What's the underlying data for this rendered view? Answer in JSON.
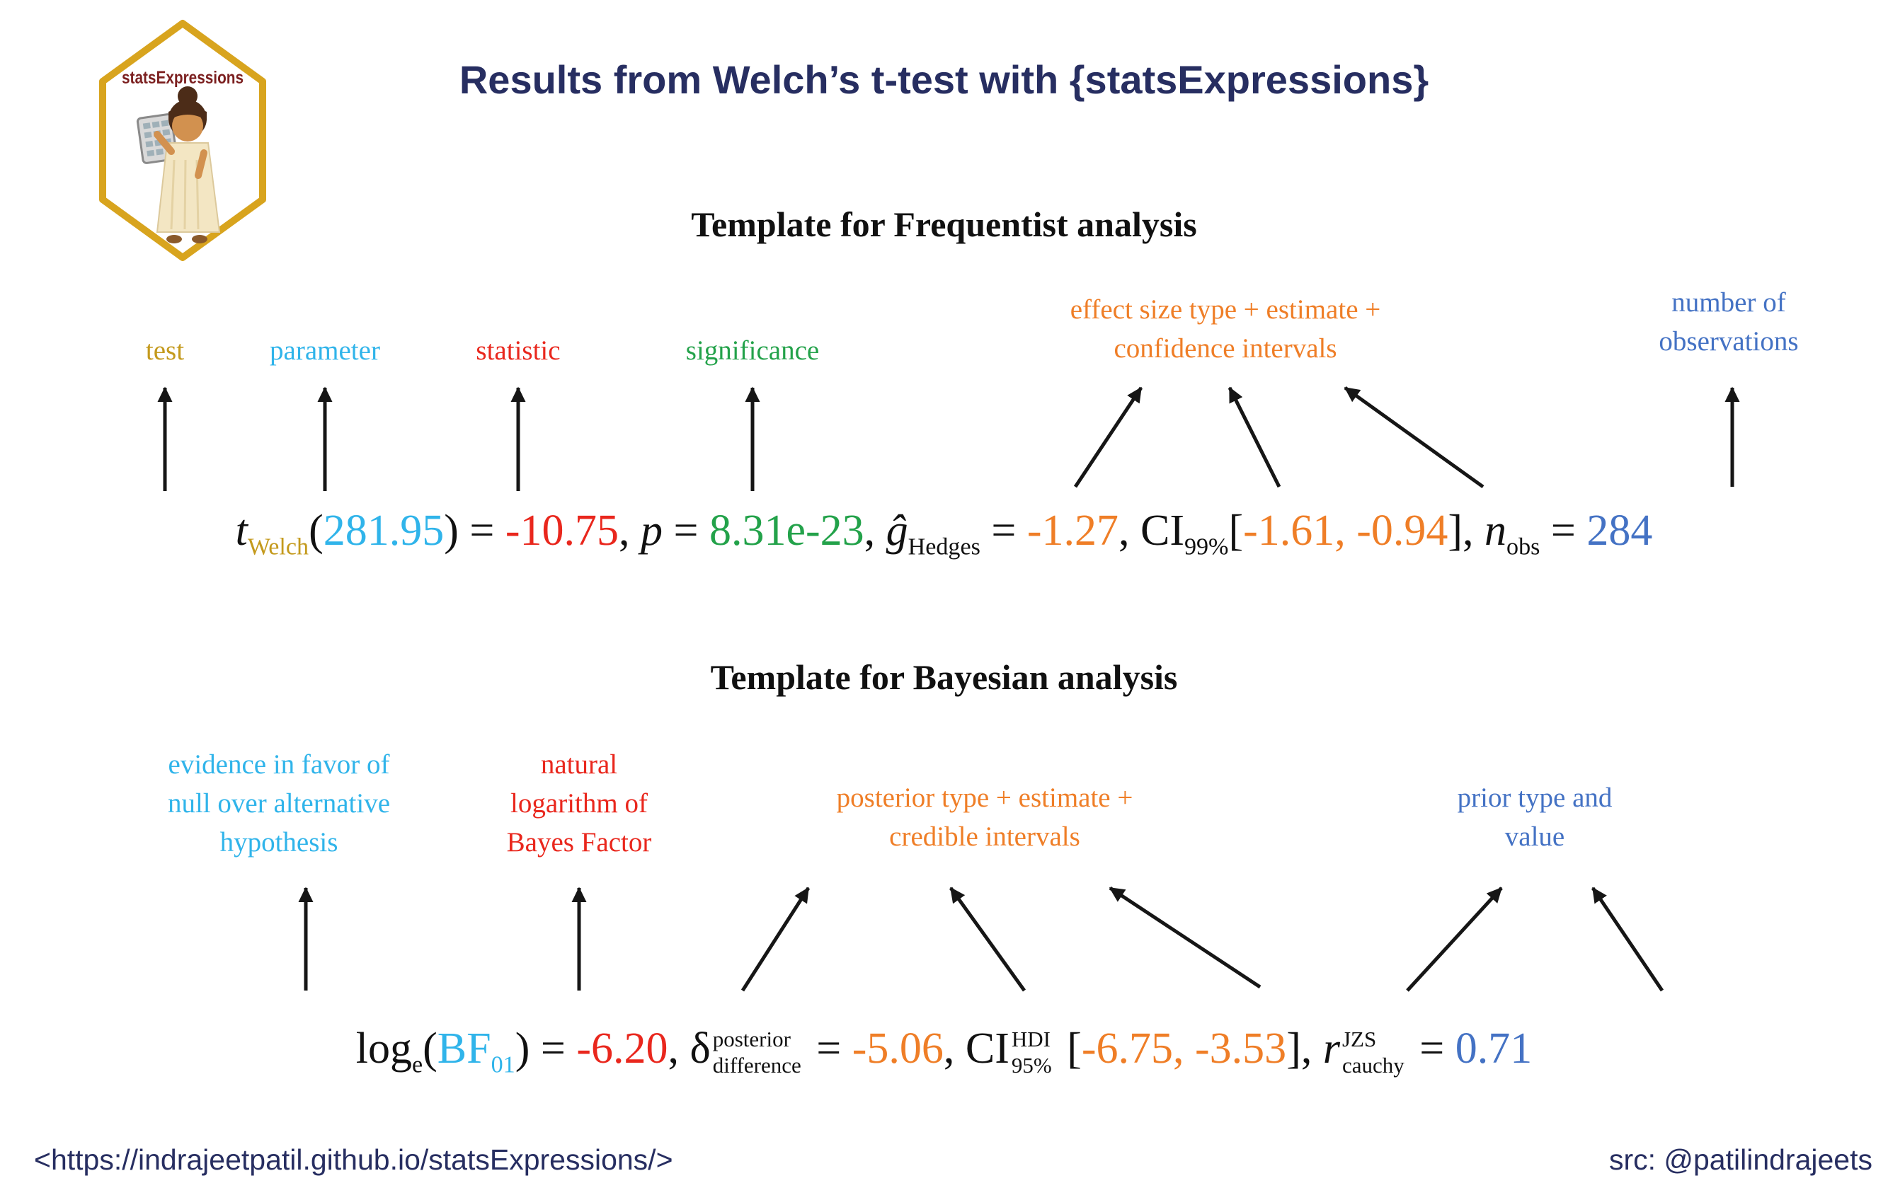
{
  "colors": {
    "navy": "#272e61",
    "gold": "#c49a1d",
    "cyan": "#30b4ea",
    "red": "#e9271d",
    "green": "#23a24a",
    "orange": "#ef7e27",
    "blue": "#4472c4",
    "ink": "#161616",
    "hexborder": "#d8a41e",
    "logotext": "#7b1f1f"
  },
  "header": {
    "title": "Results from Welch’s t-test with {statsExpressions}"
  },
  "logo": {
    "label": "statsExpressions"
  },
  "frequentist": {
    "heading": "Template for Frequentist analysis",
    "labels": {
      "test": "test",
      "parameter": "parameter",
      "statistic": "statistic",
      "significance": "significance",
      "effect": {
        "line1": "effect size type + estimate +",
        "line2": "confidence intervals"
      },
      "nobs": {
        "line1": "number of",
        "line2": "observations"
      }
    },
    "formula": {
      "t": "t",
      "t_sub": "Welch",
      "open": "(",
      "parameter": "281.95",
      "close_eq": ") = ",
      "statistic": "-10.75",
      "c1": ", ",
      "p": "p",
      "eq1": " = ",
      "significance": "8.31e-23",
      "c2": ", ",
      "g": "ĝ",
      "g_sub": "Hedges",
      "eq2": " = ",
      "effect": "-1.27",
      "c3": ", ",
      "ci": "CI",
      "ci_sub": "99%",
      "lb": "[",
      "ci_values": "-1.61, -0.94",
      "rb": "], ",
      "n": "n",
      "n_sub": "obs",
      "eq3": " = ",
      "nobs": "284"
    }
  },
  "bayesian": {
    "heading": "Template for Bayesian analysis",
    "labels": {
      "evidence": {
        "line1": "evidence in favor of",
        "line2": "null over alternative",
        "line3": "hypothesis"
      },
      "logbf": {
        "line1": "natural",
        "line2": "logarithm of",
        "line3": "Bayes Factor"
      },
      "posterior": {
        "line1": "posterior type + estimate +",
        "line2": "credible intervals"
      },
      "prior": {
        "line1": "prior type and",
        "line2": "value"
      }
    },
    "formula": {
      "log": "log",
      "log_sub": "e",
      "open": "(",
      "bf": "BF",
      "bf_sub": "01",
      "close_eq": ") = ",
      "logbf_value": "-6.20",
      "c1": ", ",
      "delta": "δ",
      "delta_sup": "posterior",
      "delta_sub": "difference",
      "eq1": " = ",
      "posterior_value": "-5.06",
      "c2": ", ",
      "ci": "CI",
      "ci_sup": "HDI",
      "ci_sub": "95%",
      "lb": " [",
      "ci_values": "-6.75, -3.53",
      "rb": "], ",
      "r": "r",
      "r_sup": "JZS",
      "r_sub": "cauchy",
      "eq2": " = ",
      "prior_value": "0.71"
    }
  },
  "footer": {
    "url": "<https://indrajeetpatil.github.io/statsExpressions/>",
    "credit": "src: @patilindrajeets"
  }
}
